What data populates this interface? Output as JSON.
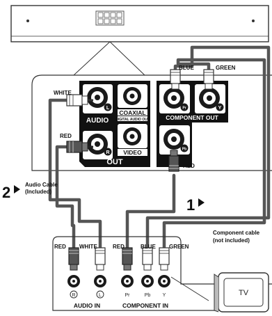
{
  "panel_labels": {
    "audio": "AUDIO",
    "coaxial": "COAXIAL",
    "digital_audio_out": "DIGITAL AUDIO OUT",
    "component_out": "COMPONENT OUT",
    "video": "VIDEO",
    "out": "OUT"
  },
  "jack_marks": {
    "left": "L",
    "right": "R",
    "pr": "Pr",
    "pb": "Pb",
    "y": "Y"
  },
  "cable_colors": {
    "white": "WHITE",
    "red": "RED",
    "blue": "BLUE",
    "green": "GREEN"
  },
  "steps": {
    "audio_step": "2",
    "component_step": "1"
  },
  "audio_cable": {
    "line1": "Audio Cable",
    "line2": "(Included)"
  },
  "component_cable": {
    "line1": "Component cable",
    "line2": "(not included)"
  },
  "tv_panel": {
    "audio_in": "AUDIO IN",
    "component_in": "COMPONENT IN",
    "pr": "Pr",
    "pb": "Pb",
    "y": "Y",
    "right": "R",
    "left": "L"
  },
  "tv": {
    "label": "TV"
  },
  "colors": {
    "cable": "#555555",
    "panel_black": "#111111",
    "line": "#333333",
    "dashed": "#666666"
  }
}
